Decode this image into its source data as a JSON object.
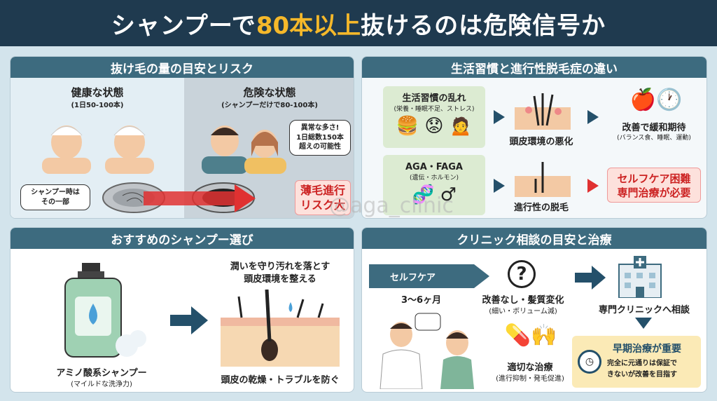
{
  "header": {
    "title_a": "シャンプーで",
    "title_hl": "80本以上",
    "title_b": "抜けるのは危険信号か"
  },
  "p1": {
    "title": "抜け毛の量の目安とリスク",
    "healthy_title": "健康な状態",
    "healthy_sub": "(1日50-100本)",
    "danger_title": "危険な状態",
    "danger_sub": "(シャンプーだけで80-100本)",
    "bubble_left_1": "シャンプー時は",
    "bubble_left_2": "その一部",
    "bubble_right_1": "異常な多さ!",
    "bubble_right_2": "1日総数150本",
    "bubble_right_3": "超えの可能性",
    "risk_1": "薄毛進行",
    "risk_2": "リスク大"
  },
  "p2": {
    "title": "生活習慣と進行性脱毛症の違い",
    "life_title": "生活習慣の乱れ",
    "life_sub": "(栄養・睡眠不足、ストレス)",
    "life_result": "頭皮環境の悪化",
    "life_outcome": "改善で緩和期待",
    "life_outcome_sub": "(バランス食、睡眠、運動)",
    "aga_title": "AGA・FAGA",
    "aga_sub": "(遺伝・ホルモン)",
    "aga_result": "進行性の脱毛",
    "aga_outcome_1": "セルフケア困難",
    "aga_outcome_2": "専門治療が必要"
  },
  "p3": {
    "title": "おすすめのシャンプー選び",
    "caption_top_1": "潤いを守り汚れを落とす",
    "caption_top_2": "頭皮環境を整える",
    "product": "アミノ酸系シャンプー",
    "product_sub": "(マイルドな洗浄力)",
    "caption_bottom": "頭皮の乾燥・トラブルを防ぐ"
  },
  "p4": {
    "title": "クリニック相談の目安と治療",
    "selfcare": "セルフケア",
    "period": "3〜6ヶ月",
    "no_improve": "改善なし・髪質変化",
    "no_improve_sub": "(細い・ボリューム減)",
    "consult": "専門クリニックへ相談",
    "treatment": "適切な治療",
    "treatment_sub": "(進行抑制・発毛促進)",
    "early_title": "早期治療が重要",
    "early_1": "完全に元通りは保証で",
    "early_2": "きないが改善を目指す"
  },
  "watermark": "@aga_clinic",
  "colors": {
    "header": "#1f3a4f",
    "accent": "#f5b82a",
    "panel_title": "#3d6b7f",
    "red": "#e03131"
  }
}
